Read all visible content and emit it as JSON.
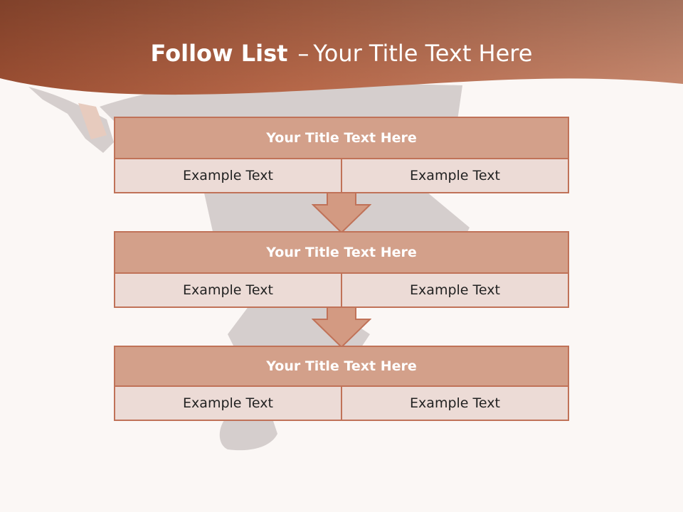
{
  "slide": {
    "title_bold": "Follow List",
    "title_separator": "–",
    "title_rest": "Your Title Text Here",
    "colors": {
      "header": "#b8694a",
      "block_head_fill": "#d3a08a",
      "block_border": "#c07258",
      "cell_fill": "#ecdbd6",
      "arrow_fill": "#d39a82"
    }
  },
  "blocks": [
    {
      "title": "Your Title Text Here",
      "left_text": "Example Text",
      "right_text": "Example Text"
    },
    {
      "title": "Your Title Text Here",
      "left_text": "Example Text",
      "right_text": "Example Text"
    },
    {
      "title": "Your Title Text Here",
      "left_text": "Example Text",
      "right_text": "Example Text"
    }
  ],
  "connectors": [
    "down-arrow-icon",
    "down-arrow-icon"
  ]
}
